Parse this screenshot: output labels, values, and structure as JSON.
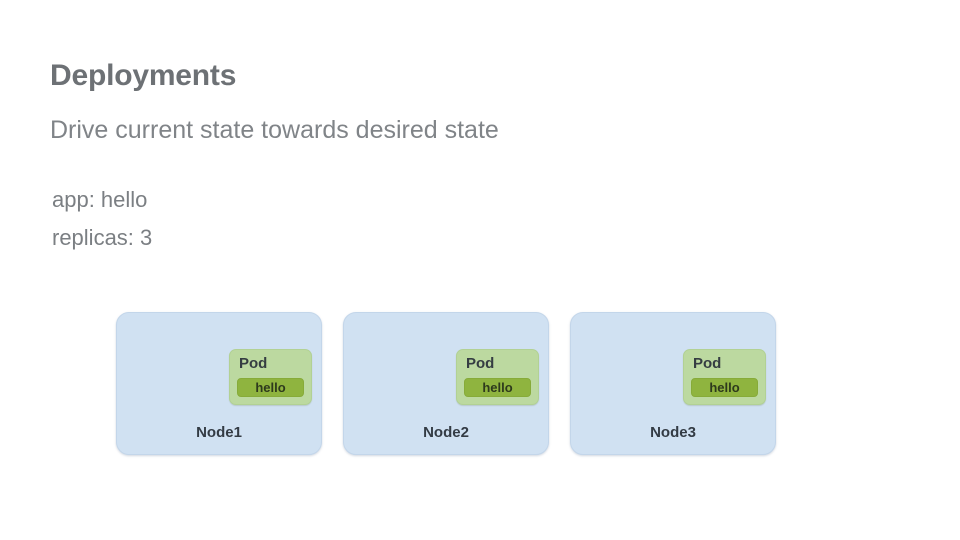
{
  "header": {
    "title": "Deployments",
    "subtitle": "Drive current state towards desired state"
  },
  "spec": {
    "lines": [
      "app: hello",
      "replicas: 3"
    ]
  },
  "diagram": {
    "nodes": [
      {
        "label": "Node1",
        "pod": {
          "label": "Pod",
          "container": "hello"
        }
      },
      {
        "label": "Node2",
        "pod": {
          "label": "Pod",
          "container": "hello"
        }
      },
      {
        "label": "Node3",
        "pod": {
          "label": "Pod",
          "container": "hello"
        }
      }
    ]
  },
  "colors": {
    "background": "#ffffff",
    "title": "#6d7175",
    "subtitle": "#808488",
    "spec_text": "#7b7f83",
    "node_fill": "#d0e1f2",
    "node_border": "#c3d6ea",
    "node_label": "#333b44",
    "pod_fill": "#bcd9a0",
    "pod_border": "#b2d194",
    "pod_label": "#353d42",
    "container_fill": "#8fb43f",
    "container_border": "#87ab39",
    "container_label": "#2e3a1c"
  }
}
